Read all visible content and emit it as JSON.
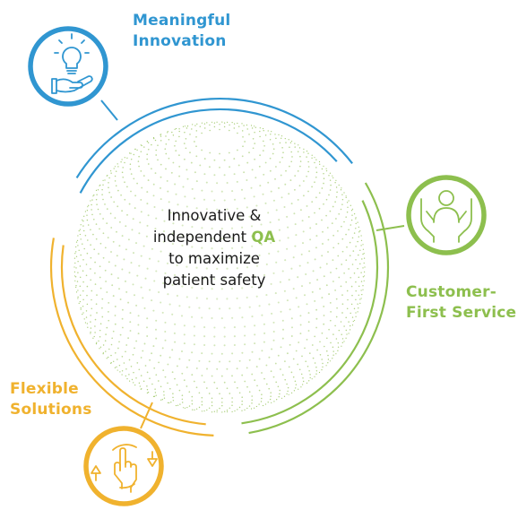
{
  "colors": {
    "innovation": "#3096d1",
    "customer": "#8dbf4e",
    "flexible": "#f0b22e",
    "center_text": "#1a1a1a",
    "dots": "#9cc765"
  },
  "center": {
    "line1": "Innovative &",
    "line2_prefix": "independent ",
    "line2_highlight": "QA",
    "line3": "to maximize",
    "line4": "patient safety"
  },
  "pillars": {
    "innovation": {
      "line1": "Meaningful",
      "line2": "Innovation",
      "icon": "lightbulb-hand-icon"
    },
    "customer": {
      "line1": "Customer-",
      "line2": "First Service",
      "icon": "person-hands-icon"
    },
    "flexible": {
      "line1": "Flexible",
      "line2": "Solutions",
      "icon": "hand-arrows-icon"
    }
  }
}
